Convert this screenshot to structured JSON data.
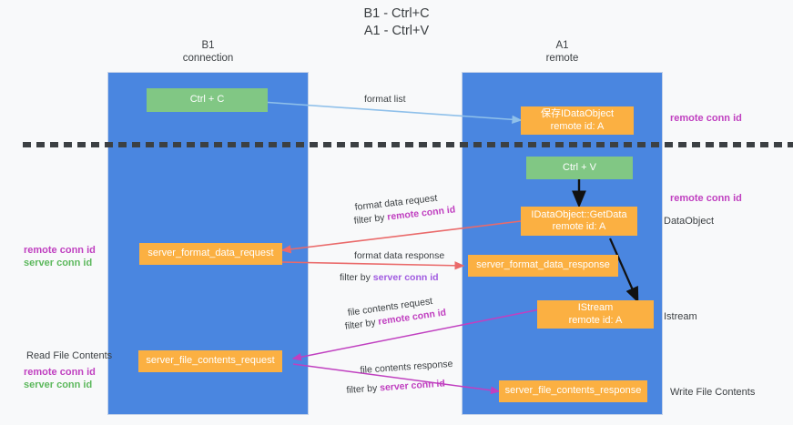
{
  "title": "B1 - Ctrl+C\nA1 - Ctrl+V",
  "columns": [
    {
      "name": "column-b1",
      "heading": "B1\nconnection"
    },
    {
      "name": "column-a1",
      "heading": "A1\nremote"
    }
  ],
  "nodes": [
    {
      "name": "node-ctrl-c",
      "label": "Ctrl + C",
      "color": "#81c784"
    },
    {
      "name": "node-save-idataobject",
      "label": "保存IDataObject\nremote id: A",
      "color": "#fbb042"
    },
    {
      "name": "node-ctrl-v",
      "label": "Ctrl + V",
      "color": "#81c784"
    },
    {
      "name": "node-idataobject-getdata",
      "label": "IDataObject::GetData\nremote id: A",
      "color": "#fbb042"
    },
    {
      "name": "node-server-format-data-request",
      "label": "server_format_data_request",
      "color": "#fbb042"
    },
    {
      "name": "node-server-format-data-response",
      "label": "server_format_data_response",
      "color": "#fbb042"
    },
    {
      "name": "node-istream",
      "label": "IStream\nremote id: A",
      "color": "#fbb042"
    },
    {
      "name": "node-server-file-contents-request",
      "label": "server_file_contents_request",
      "color": "#fbb042"
    },
    {
      "name": "node-server-file-contents-response",
      "label": "server_file_contents_response",
      "color": "#fbb042"
    }
  ],
  "edge_labels": {
    "format_list": "format list",
    "format_data_request": "format data request",
    "format_data_request_filter_prefix": "filter by ",
    "format_data_request_filter_key": "remote conn id",
    "format_data_response": "format data response",
    "format_data_response_filter_prefix": "filter by ",
    "format_data_response_filter_key": "server conn id",
    "file_contents_request": "file contents request",
    "file_contents_request_filter_prefix": "filter by ",
    "file_contents_request_filter_key": "remote conn id",
    "file_contents_response": "file contents response",
    "file_contents_response_filter_prefix": "filter by ",
    "file_contents_response_filter_key": "server conn id"
  },
  "right_annotations": [
    {
      "name": "annotation-remote-conn-id-top",
      "text": "remote conn id",
      "style": "magenta"
    },
    {
      "name": "annotation-remote-conn-id-mid",
      "text": "remote conn id",
      "style": "magenta"
    },
    {
      "name": "annotation-dataobject",
      "text": "DataObject",
      "style": "plain"
    },
    {
      "name": "annotation-istream",
      "text": "Istream",
      "style": "plain"
    },
    {
      "name": "annotation-write-file-contents",
      "text": "Write File Contents",
      "style": "plain"
    }
  ],
  "left_annotations": [
    {
      "name": "annotation-left-remote-conn-id",
      "text": "remote conn id",
      "style": "magenta"
    },
    {
      "name": "annotation-left-server-conn-id",
      "text": "server conn id",
      "style": "green"
    },
    {
      "name": "annotation-read-file-contents",
      "text": "Read File Contents",
      "style": "plain"
    },
    {
      "name": "annotation-left-remote-conn-id-2",
      "text": "remote conn id",
      "style": "magenta"
    },
    {
      "name": "annotation-left-server-conn-id-2",
      "text": "server conn id",
      "style": "green"
    }
  ],
  "colors": {
    "lane": "#4a86e0",
    "node_green": "#81c784",
    "node_orange": "#fbb042",
    "arrow_blue": "#8fc0ea",
    "arrow_red": "#ea6a6a",
    "arrow_purple": "#c040c0",
    "arrow_black": "#000000",
    "background": "#f8f9fa",
    "text": "#3c4043"
  }
}
